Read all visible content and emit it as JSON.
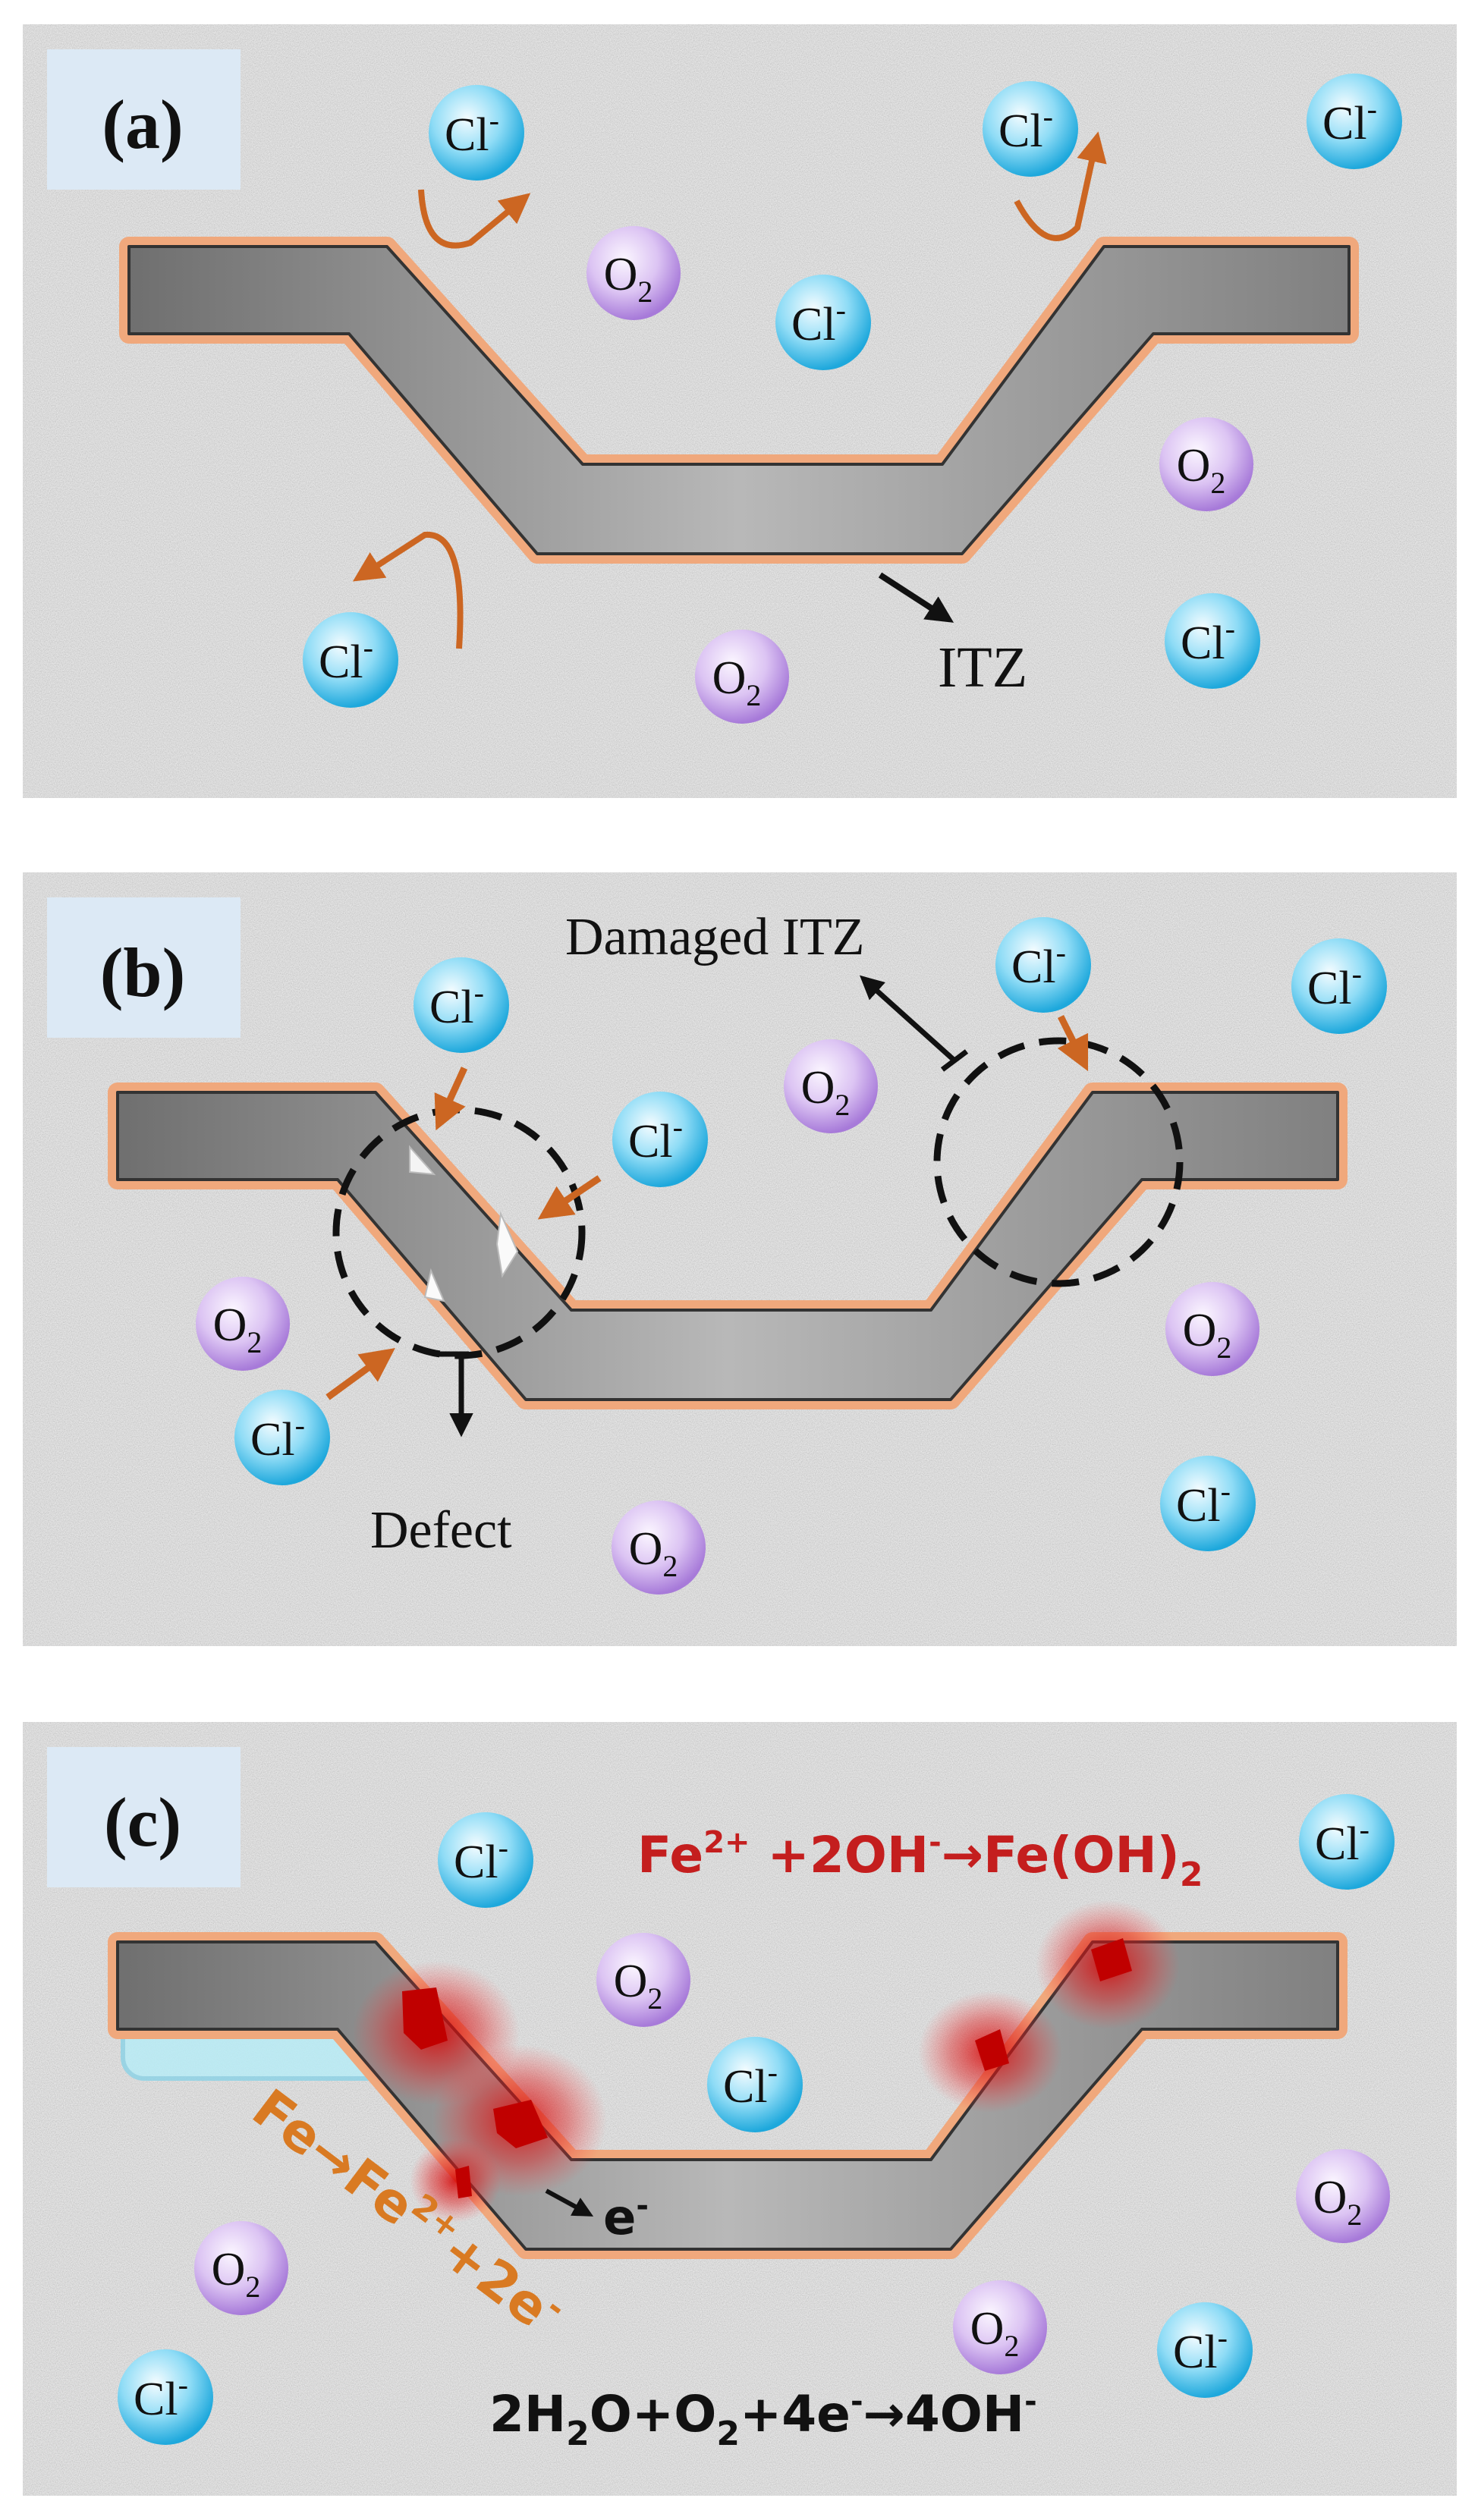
{
  "colors": {
    "concrete": "#d3d3d3",
    "steel": "#8c8c8c",
    "itz": "#f0a87c",
    "chloride_ion": "#33b8e8",
    "oxygen_ion": "#c49be6",
    "orange_arrow": "#cc6622",
    "rust": "#c80000",
    "anode_text": "#d97a22",
    "cathode_text": "#c41e1e",
    "passive_film": "#a6e3f0",
    "panel_label_bg": "#dce9f5"
  },
  "ions": {
    "chloride": "Cl",
    "chloride_charge": "-",
    "oxygen": "O",
    "oxygen_sub": "2"
  },
  "panel_a": {
    "label": "(a)",
    "itz_label": "ITZ"
  },
  "panel_b": {
    "label": "(b)",
    "damaged_itz_label": "Damaged ITZ",
    "defect_label": "Defect"
  },
  "panel_c": {
    "label": "(c)",
    "fe_oh_eq": {
      "p1": "Fe",
      "p1sup": "2+",
      "p2": " +2OH",
      "p2sup": "-",
      "p3": "→Fe(OH)",
      "p3sub": "2"
    },
    "anodic_eq": {
      "p1": "Fe→Fe",
      "p1sup": "2+",
      "p2": "+2e",
      "p2sup": "-"
    },
    "electron_label": {
      "p1": "e",
      "p1sup": "-"
    },
    "cathodic_eq": {
      "p1": "2H",
      "p1sub": "2",
      "p2": "O+O",
      "p2sub": "2",
      "p3": "+4e",
      "p3sup": "-",
      "p4": "→4OH",
      "p4sup": "-"
    }
  }
}
